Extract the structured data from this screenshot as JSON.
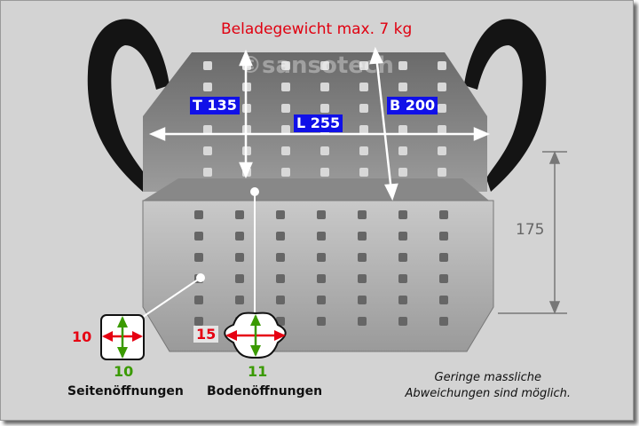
{
  "title": "Beladegewicht max. 7 kg",
  "watermark": "©sansotech",
  "dimensions": {
    "depth": "T 135",
    "length": "L 255",
    "width": "B 200",
    "height": "175"
  },
  "side_openings": {
    "horizontal": "10",
    "vertical": "10",
    "label": "Seitenöffnungen"
  },
  "bottom_openings": {
    "horizontal": "15",
    "vertical": "11",
    "label": "Bodenöffnungen"
  },
  "note": {
    "line1": "Geringe massliche",
    "line2": "Abweichungen sind möglich."
  }
}
